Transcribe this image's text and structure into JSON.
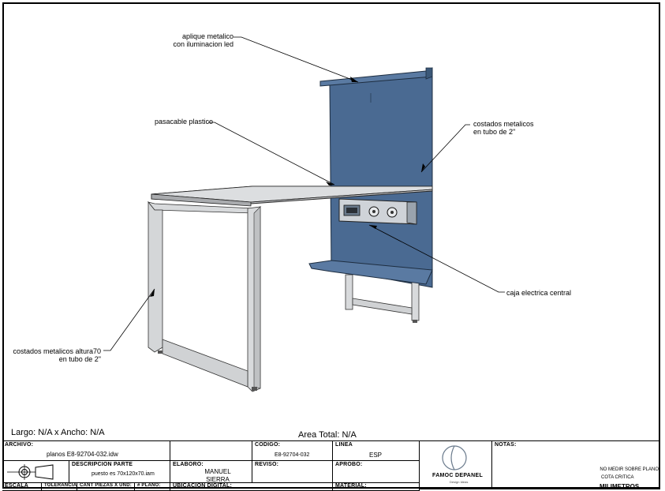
{
  "callouts": {
    "aplique": [
      "aplique metalico",
      "con iluminacion led"
    ],
    "pasacable": "pasacable plastico",
    "costados_der": [
      "costados metalicos",
      "en tubo de 2\""
    ],
    "caja": "caja electrica central",
    "costados_izq": [
      "costados metalicos altura70",
      "en tubo de 2\""
    ]
  },
  "dims": {
    "largo_ancho": "Largo: N/A x Ancho: N/A",
    "area_total": "Area Total: N/A"
  },
  "title_block": {
    "archivo_label": "ARCHIVO:",
    "archivo_value": "planos E8-92704-032.idw",
    "descripcion_label": "DESCRIPCION PARTE",
    "descripcion_value": "puesto es 70x120x70.iam",
    "escala_label": "ESCALA",
    "tolerancia_label": "TOLERANCIA",
    "cant_piezas_label": "CANT PIEZAS X UND:",
    "num_plano_label": "# PLANO:",
    "elaboro_label": "ELABORO:",
    "elaboro_value": "MANUEL SIERRA",
    "ubicacion_label": "UBICACION DIGITAL:",
    "codigo_label": "CODIGO:",
    "codigo_value": "E8-92704-032",
    "reviso_label": "REVISO:",
    "linea_label": "LINEA",
    "linea_value": "ESP",
    "aprobo_label": "APROBO:",
    "material_label": "MATERIAL:",
    "logo": "FAMOC DEPANEL",
    "logo_tagline": "Design Ideas",
    "notas_label": "NOTAS:",
    "no_medir": "NO MEDIR SOBRE PLANO",
    "cota_critica": "COTA CRITICA",
    "milimetros": "MILIMETROS"
  },
  "colors": {
    "panel_blue": "#4a6a92",
    "panel_blue_dark": "#3b5878",
    "frame_gray": "#d8dadc",
    "desk_top": "#c9cbce"
  }
}
